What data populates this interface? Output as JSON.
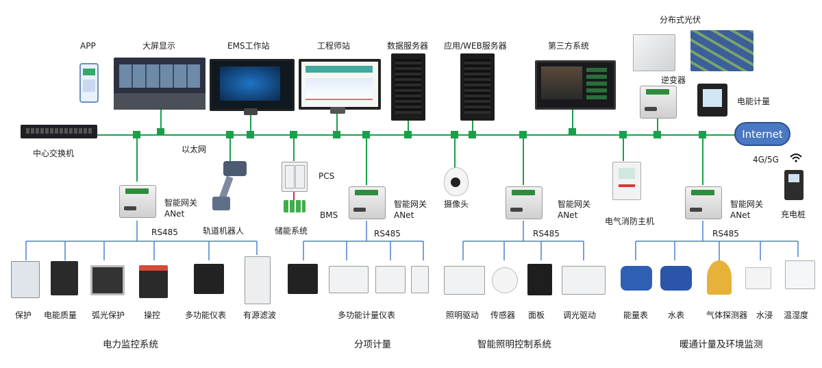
{
  "labels": {
    "app": "APP",
    "big_screen": "大屏显示",
    "ems": "EMS工作站",
    "engineer": "工程师站",
    "data_server": "数据服务器",
    "web_server": "应用/WEB服务器",
    "third_party": "第三方系统",
    "pv": "分布式光伏",
    "inverter": "逆变器",
    "energy_meter_top": "电能计量",
    "switch": "中心交换机",
    "ethernet": "以太网",
    "internet": "Internet",
    "net_4g": "4G/5G",
    "pcs": "PCS",
    "bms": "BMS",
    "storage": "储能系统",
    "robot": "轨道机器人",
    "camera": "摄像头",
    "fire": "电气消防主机",
    "charger": "充电桩",
    "gateway": "智能网关",
    "anet": "ANet",
    "rs485": "RS485"
  },
  "groups": [
    {
      "title": "电力监控系统",
      "items": [
        "保护",
        "电能质量",
        "弧光保护",
        "操控",
        "多功能仪表",
        "有源滤波"
      ]
    },
    {
      "title": "分项计量",
      "items": [
        "多功能计量仪表"
      ]
    },
    {
      "title": "智能照明控制系统",
      "items": [
        "照明驱动",
        "传感器",
        "面板",
        "调光驱动"
      ]
    },
    {
      "title": "暖通计量及环境监测",
      "items": [
        "能量表",
        "水表",
        "气体探测器",
        "水浸",
        "温湿度"
      ]
    }
  ],
  "colors": {
    "bus": "#18a04a",
    "rs485": "#4a7fd0",
    "internet": "#4a78c2"
  }
}
